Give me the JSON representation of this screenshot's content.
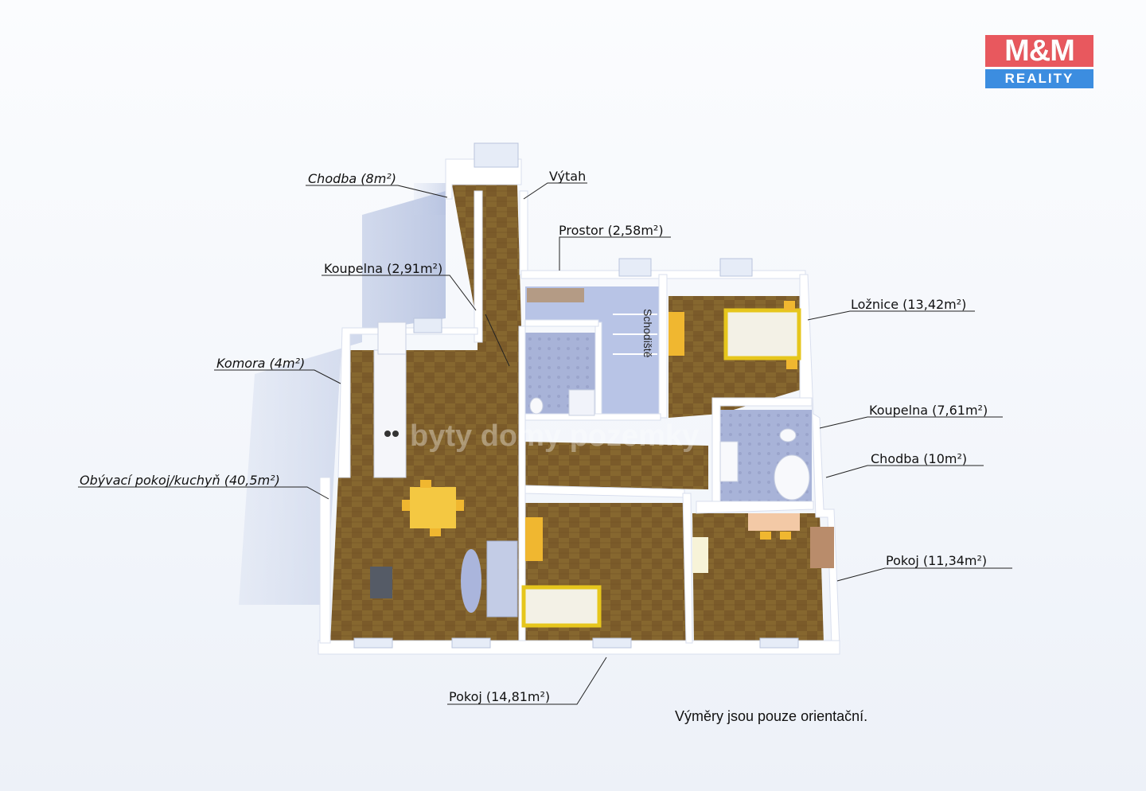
{
  "brand": {
    "logo_top": "M&M",
    "logo_bottom": "REALITY",
    "colors": {
      "red": "#e8585e",
      "blue": "#3c8de0"
    }
  },
  "watermark": "byty domy pozemky",
  "labels": {
    "chodba_8": "Chodba (8m²)",
    "vytah": "Výtah",
    "prostor": "Prostor (2,58m²)",
    "koupelna_291": "Koupelna (2,91m²)",
    "loznice": "Ložnice (13,42m²)",
    "komora": "Komora (4m²)",
    "koupelna_761": "Koupelna (7,61m²)",
    "chodba_10": "Chodba (10m²)",
    "obyvaci": "Obývací pokoj/kuchyň (40,5m²)",
    "pokoj_1134": "Pokoj (11,34m²)",
    "pokoj_1481": "Pokoj (14,81m²)",
    "schodiste": "Schodiště"
  },
  "note": "Výměry jsou pouze orientační."
}
